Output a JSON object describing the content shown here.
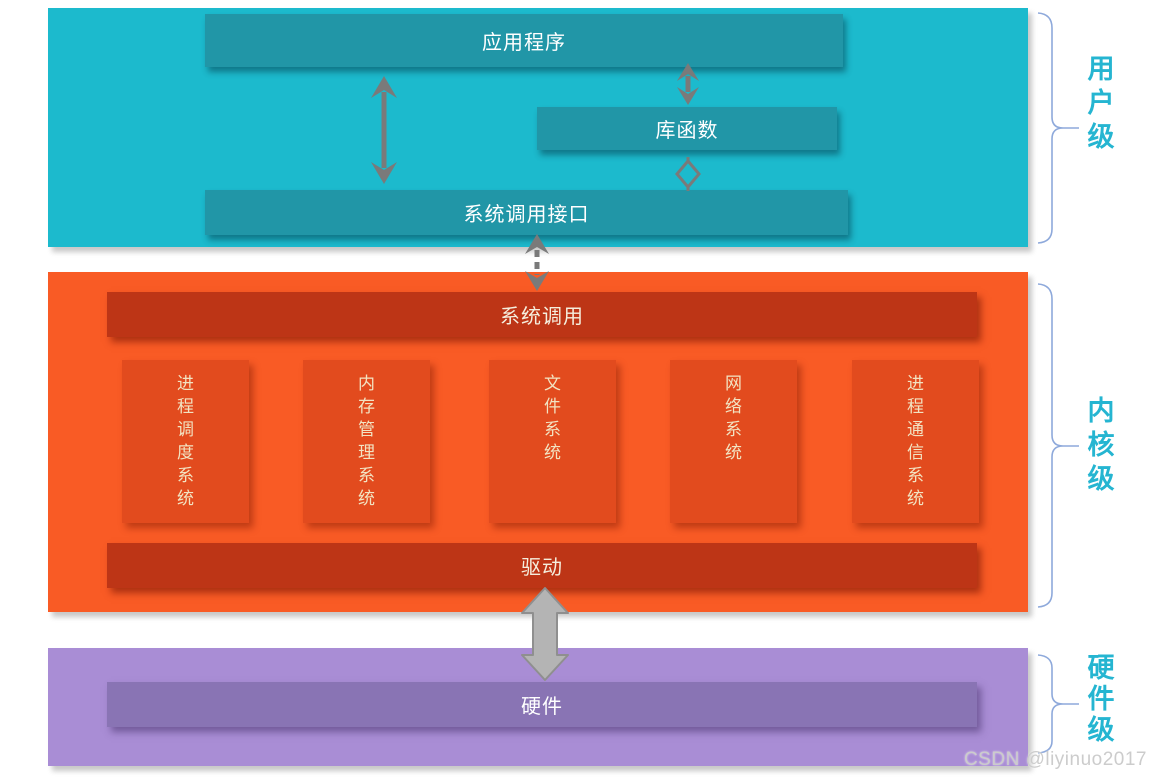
{
  "diagram": {
    "user_level": {
      "side_label": "用\n户\n级",
      "app_box": "应用程序",
      "lib_box": "库函数",
      "syscall_interface_box": "系统调用接口"
    },
    "kernel_level": {
      "side_label": "内\n核\n级",
      "syscall_bar": "系统调用",
      "subsystems": [
        "进\n程\n调\n度\n系\n统",
        "内\n存\n管\n理\n系\n统",
        "文\n件\n系\n统",
        "网\n络\n系\n统",
        "进\n程\n通\n信\n系\n统"
      ],
      "driver_bar": "驱动"
    },
    "hardware_level": {
      "side_label": "硬\n件\n级",
      "hardware_bar": "硬件"
    },
    "watermark": "CSDN @liyinuo2017",
    "colors": {
      "user_panel": "#1cbacd",
      "user_inner_box": "#2196a7",
      "kernel_panel": "#f95b25",
      "kernel_inner_box": "#e24b1e",
      "dark_red_bar": "#bd3516",
      "hardware_panel": "#a98dd5",
      "hardware_inner_bar": "#8974b4",
      "arrow_gray": "#7a7a7a",
      "block_arrow_gray": "#b4b4b4",
      "side_label_text": "#25b5d1",
      "brace_blue": "#8ea9db"
    }
  }
}
